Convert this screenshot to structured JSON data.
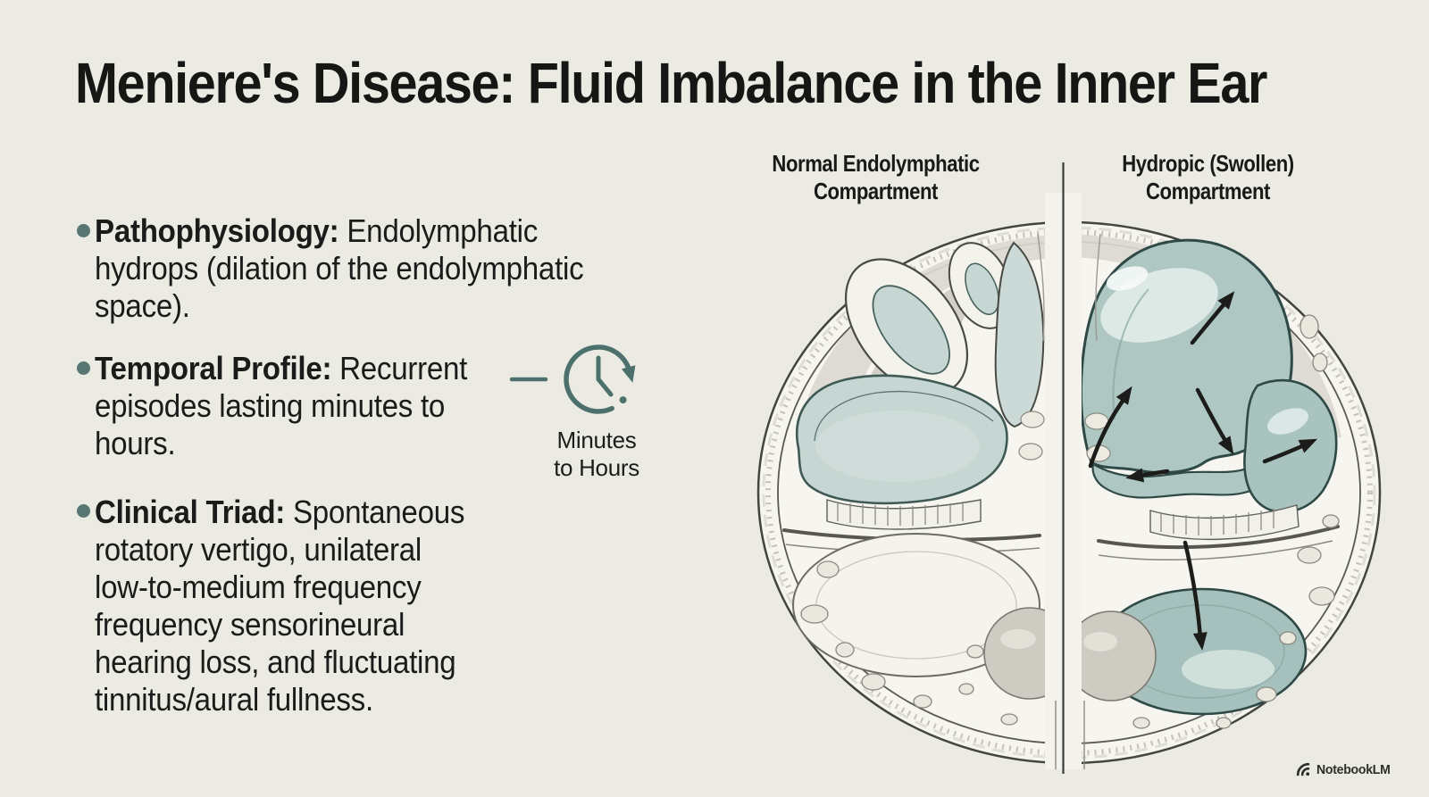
{
  "title": "Meniere's Disease: Fluid Imbalance in the Inner Ear",
  "bullets": [
    {
      "label": "Pathophysiology:",
      "text": " Endolymphatic\nhydrops (dilation of the endolymphatic\nspace)."
    },
    {
      "label": "Temporal Profile:",
      "text": " Recurrent\nepisodes lasting minutes to\nhours."
    },
    {
      "label": "Clinical Triad:",
      "text": " Spontaneous\nrotatory vertigo, unilateral\nlow-to-medium frequency\nfrequency sensorineural\nhearing loss, and fluctuating\ntinnitus/aural fullness."
    }
  ],
  "clock": {
    "caption": "Minutes\nto Hours"
  },
  "diagram": {
    "left_label": "Normal Endolymphatic\nCompartment",
    "right_label": "Hydropic (Swollen)\nCompartment"
  },
  "footer": {
    "brand": "NotebookLM"
  },
  "colors": {
    "background": "#ECEBE3",
    "text": "#1B1B19",
    "bullet_dot": "#587672",
    "clock_icon": "#4C706C",
    "normal_fluid": "#C6D6D2",
    "hydropic_fluid": "#ABC5C1",
    "arrow": "#1C1C1A"
  }
}
